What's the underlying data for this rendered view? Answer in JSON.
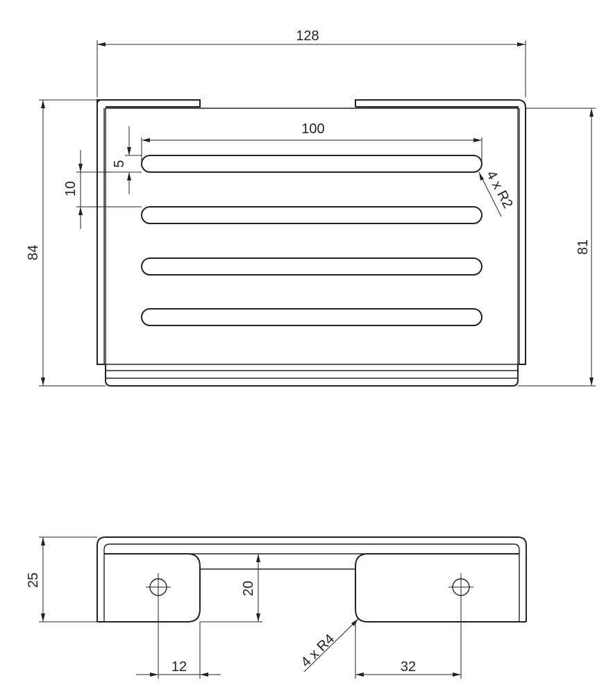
{
  "drawing": {
    "top_view": {
      "overall_width": "128",
      "overall_height": "84",
      "inner_height": "81",
      "slot_length": "100",
      "slot_width": "5",
      "slot_pitch": "10",
      "slot_radius": "4 x R2"
    },
    "side_view": {
      "overall_height": "25",
      "foot_height": "20",
      "hole_offset": "12",
      "foot_width": "32",
      "corner_radius": "4 x R4"
    }
  }
}
